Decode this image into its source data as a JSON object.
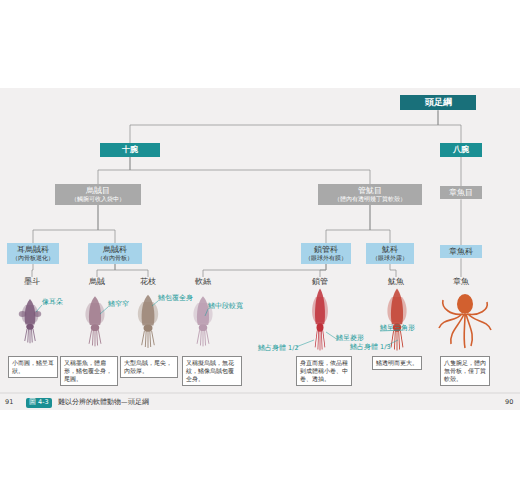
{
  "diagram": {
    "nodes": [
      {
        "text": [
          "頭足綱"
        ]
      },
      {
        "text": [
          "十腕"
        ]
      },
      {
        "text": [
          "八腕"
        ]
      },
      {
        "text": [
          "烏賊目",
          "（觸腕可收入袋中）"
        ]
      },
      {
        "text": [
          "管魷目",
          "（體內有透明幾丁質軟殼）"
        ]
      },
      {
        "text": [
          "章魚目"
        ]
      },
      {
        "text": [
          "耳烏賊科",
          "（內骨板退化）"
        ]
      },
      {
        "text": [
          "烏賊科",
          "（有內骨板）"
        ]
      },
      {
        "text": [
          "鎖管科",
          "（眼球外有膜）"
        ]
      },
      {
        "text": [
          "魷科",
          "（眼球外露）"
        ]
      },
      {
        "text": [
          "章魚科"
        ]
      },
      {
        "text": [
          "墨斗"
        ]
      },
      {
        "text": [
          "烏賊"
        ]
      },
      {
        "text": [
          "花枝"
        ]
      },
      {
        "text": [
          "軟絲"
        ]
      },
      {
        "text": [
          "鎖管"
        ]
      },
      {
        "text": [
          "魷魚"
        ]
      },
      {
        "text": [
          "章魚"
        ]
      },
      {
        "text": [
          "小而圓，鰭呈耳狀。"
        ]
      },
      {
        "text": [
          "又稱墨魚，體扁形，鰭包覆全身，尾圓。"
        ]
      },
      {
        "text": [
          "大型烏賊，尾尖，內殼厚。"
        ]
      },
      {
        "text": [
          "又稱擬烏賊，無花紋，鰭像烏賊包覆全身。"
        ]
      },
      {
        "text": [
          "身直而瘦，依品種到成體稱小卷、中卷、透抽。"
        ]
      },
      {
        "text": [
          "鰭透明而更大。"
        ]
      },
      {
        "text": [
          "八隻腕足，體內無骨板，僅丁質軟殼。"
        ]
      }
    ],
    "edges": [
      {
        "from": 0,
        "to": 1,
        "arrow": "none"
      },
      {
        "from": 0,
        "to": 2,
        "arrow": "none"
      },
      {
        "from": 1,
        "to": 3,
        "arrow": "none"
      },
      {
        "from": 1,
        "to": 4,
        "arrow": "none"
      },
      {
        "from": 2,
        "to": 5,
        "arrow": "none"
      },
      {
        "from": 3,
        "to": 6,
        "arrow": "none"
      },
      {
        "from": 3,
        "to": 7,
        "arrow": "none"
      },
      {
        "from": 4,
        "to": 8,
        "arrow": "none"
      },
      {
        "from": 4,
        "to": 9,
        "arrow": "none"
      },
      {
        "from": 5,
        "to": 10,
        "arrow": "none"
      },
      {
        "from": 6,
        "to": 11,
        "arrow": "none"
      },
      {
        "from": 7,
        "to": 12,
        "arrow": "none"
      },
      {
        "from": 7,
        "to": 13,
        "arrow": "none"
      },
      {
        "from": 8,
        "to": 14,
        "arrow": "none"
      },
      {
        "from": 8,
        "to": 15,
        "arrow": "none"
      },
      {
        "from": 9,
        "to": 16,
        "arrow": "none"
      },
      {
        "from": 10,
        "to": 17,
        "arrow": "none"
      }
    ],
    "labels": [
      "像耳朵",
      "鰭窄窄",
      "鰭包覆全身",
      "鰭中段較寬",
      "鰭占身體 1/2",
      "鰭呈菱形",
      "鰭呈三角形",
      "鰭占身體 1/3",
      "圖 4-3",
      "難以分辨的軟體動物—頭足綱",
      "91",
      "90"
    ]
  }
}
